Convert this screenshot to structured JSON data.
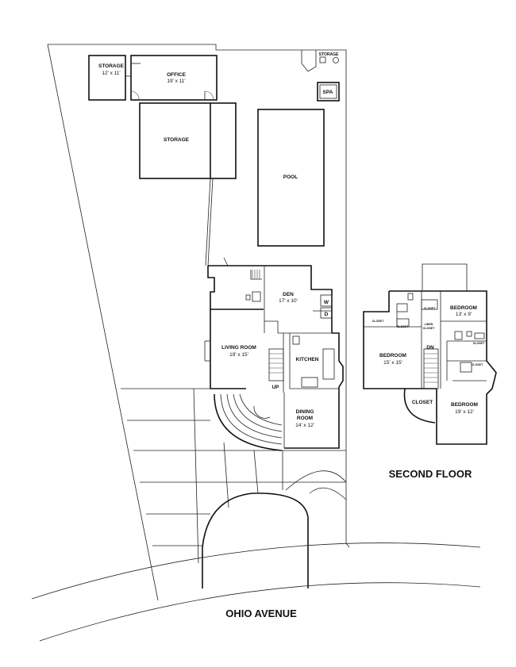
{
  "first_floor": {
    "storage_small": {
      "name": "STORAGE",
      "dims": "12' x 11'"
    },
    "office": {
      "name": "OFFICE",
      "dims": "19' x 11'"
    },
    "storage_large": {
      "name": "STORAGE"
    },
    "storage_corner": {
      "name": "STORAGE"
    },
    "spa": {
      "name": "SPA"
    },
    "pool": {
      "name": "POOL"
    },
    "den": {
      "name": "DEN",
      "dims": "17' x 10'"
    },
    "washer": "W",
    "dryer": "D",
    "living_room": {
      "name": "LIVING ROOM",
      "dims": "19' x 15'"
    },
    "kitchen": {
      "name": "KITCHEN"
    },
    "stairs_up": "UP",
    "dining_room": {
      "name_line1": "DINING",
      "name_line2": "ROOM",
      "dims": "14' x 12'"
    }
  },
  "second_floor": {
    "title": "SECOND FLOOR",
    "bedroom_ne": {
      "name": "BEDROOM",
      "dims": "13' x 9'"
    },
    "bedroom_w": {
      "name": "BEDROOM",
      "dims": "15' x 15'"
    },
    "bedroom_se": {
      "name": "BEDROOM",
      "dims": "19' x 12'"
    },
    "closet_w": "CLOSET",
    "closet_mid": "CLOSET",
    "closet_n": "CLOSET",
    "closet_bath": "CLOSET",
    "closet_se": "CLOSET",
    "linen_line1": "LINEN",
    "linen_line2": "CLOSET",
    "closet_small": "CLOSET",
    "stairs_down": "DN"
  },
  "street": {
    "name": "OHIO AVENUE"
  }
}
